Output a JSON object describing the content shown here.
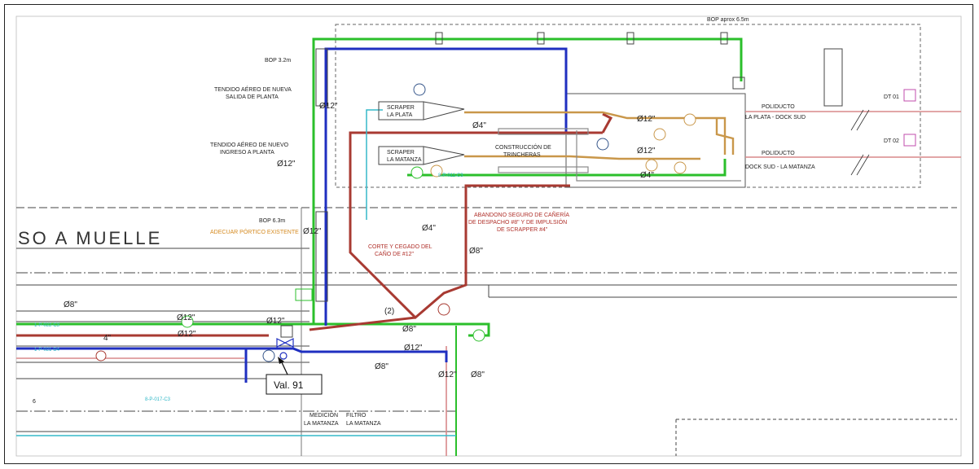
{
  "colors": {
    "green_line": "#2bbf2b",
    "blue_line": "#1f2fc0",
    "red_line": "#a83a32",
    "orange_line": "#c9974a",
    "cyan_line": "#35b9c9",
    "pink_line": "#d9898a",
    "gray_line": "#888888"
  },
  "labels": {
    "bop_65": "BOP aprox 6.5m",
    "bop_32": "BOP 3.2m",
    "bop_63": "BOP 6.3m",
    "tendido_salida_1": "TENDIDO AÉREO DE NUEVA",
    "tendido_salida_2": "SALIDA DE PLANTA",
    "tendido_ingreso_1": "TENDIDO AÉREO DE NUEVO",
    "tendido_ingreso_2": "INGRESO A PLANTA",
    "scraper_plata_1": "SCRAPER",
    "scraper_plata_2": "LA PLATA",
    "scraper_matanza_1": "SCRAPER",
    "scraper_matanza_2": "LA MATANZA",
    "construccion_1": "CONSTRUCCIÓN DE",
    "construccion_2": "TRINCHERAS",
    "poliducto_1": "POLIDUCTO",
    "poliducto_2": "POLIDUCTO",
    "la_plata_dock": "LA PLATA - DOCK SUD",
    "dock_matanza": "DOCK SUD - LA MATANZA",
    "dt01": "DT 01",
    "dt02": "DT 02",
    "so_muelle": "SO A MUELLE",
    "adecuar": "ADECUAR PÓRTICO EXISTENTE",
    "corte_1": "CORTE Y CEGADO DEL",
    "corte_2": "CAÑO DE #12\"",
    "abandono_1": "ABANDONO SEGURO DE CAÑERÍA",
    "abandono_2": "DE DESPACHO #8\" Y DE IMPULSIÓN",
    "abandono_3": "DE SCRAPPER #4\"",
    "medicion_1": "MEDICIÓN",
    "medicion_2": "LA MATANZA",
    "filtro_1": "FILTRO",
    "filtro_2": "LA MATANZA",
    "num_6": "6",
    "num_2": "(2)",
    "d12_a": "Ø12\"",
    "d12_b": "Ø12\"",
    "d12_c": "Ø12\"",
    "d12_d": "Ø12\"",
    "d12_e": "Ø12\"",
    "d12_f": "Ø12\"",
    "d12_g": "Ø12\"",
    "d12_h": "Ø12\"",
    "d12_i": "Ø12\"",
    "d12_j": "Ø12\"",
    "d4_a": "Ø4\"",
    "d4_b": "Ø4\"",
    "d4_c": "Ø4\"",
    "d4_d": "4\"",
    "d8_a": "Ø8\"",
    "d8_b": "Ø8\"",
    "d8_c": "Ø8\"",
    "d8_d": "Ø8\"",
    "d8_e": "Ø8\"",
    "line_1": "1-P-022-C3",
    "line_2": "1-P-021-D4",
    "line_3": "8-P-017-C3",
    "line_4": "8-P-011-C3",
    "val_91": "Val. 91"
  }
}
